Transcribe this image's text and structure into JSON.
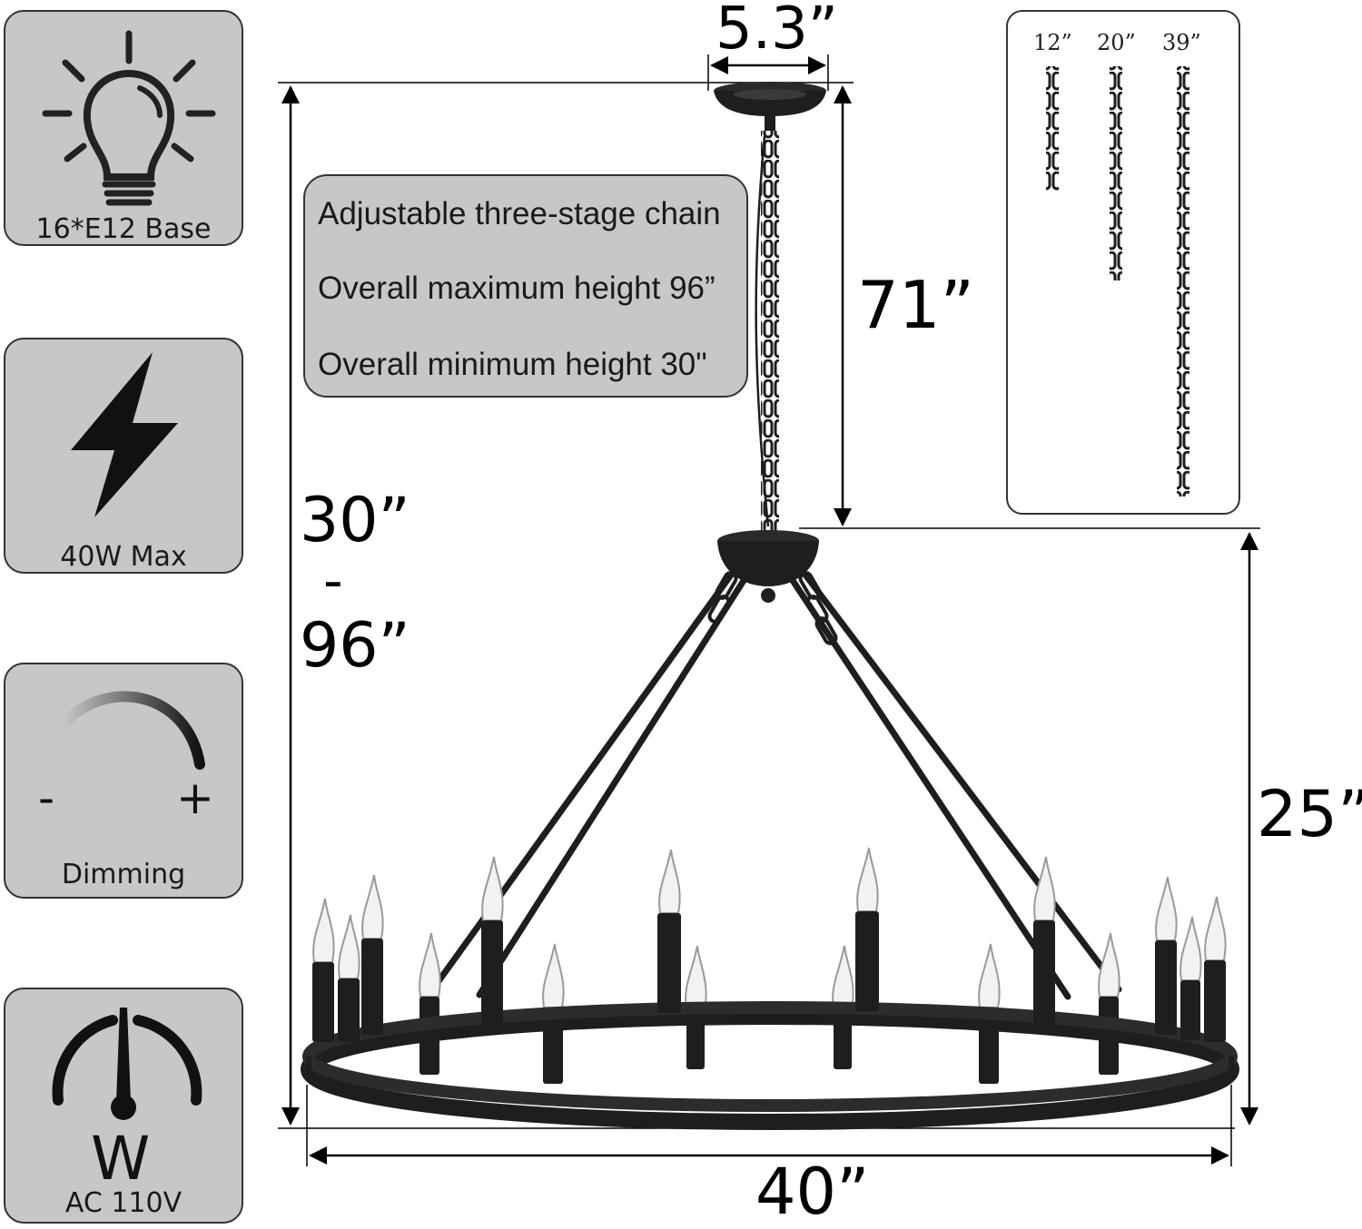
{
  "features": [
    {
      "name": "bulb",
      "label": "16*E12 Base",
      "icon": "light-bulb-icon"
    },
    {
      "name": "power",
      "label": "40W Max",
      "icon": "lightning-bolt-icon"
    },
    {
      "name": "dimming",
      "label": "Dimming",
      "icon": "dimming-arc-icon",
      "minus": "-",
      "plus": "+"
    },
    {
      "name": "voltage",
      "label": "AC 110V",
      "icon": "wattage-gauge-icon",
      "unit": "W"
    }
  ],
  "info": {
    "line1": "Adjustable three-stage chain",
    "line2": "Overall maximum height 96”",
    "line3": "Overall minimum height 30\""
  },
  "chains": {
    "short": "12”",
    "medium": "20”",
    "long": "39”"
  },
  "dimensions": {
    "canopy_width": "5.3”",
    "chain_length": "71”",
    "height_min": "30”",
    "height_sep": "-",
    "height_max": "96”",
    "body_height": "25”",
    "diameter": "40”"
  },
  "colors": {
    "card_fill": "#c7c7c7",
    "metal": "#1e1e1e",
    "outline": "#333333"
  }
}
